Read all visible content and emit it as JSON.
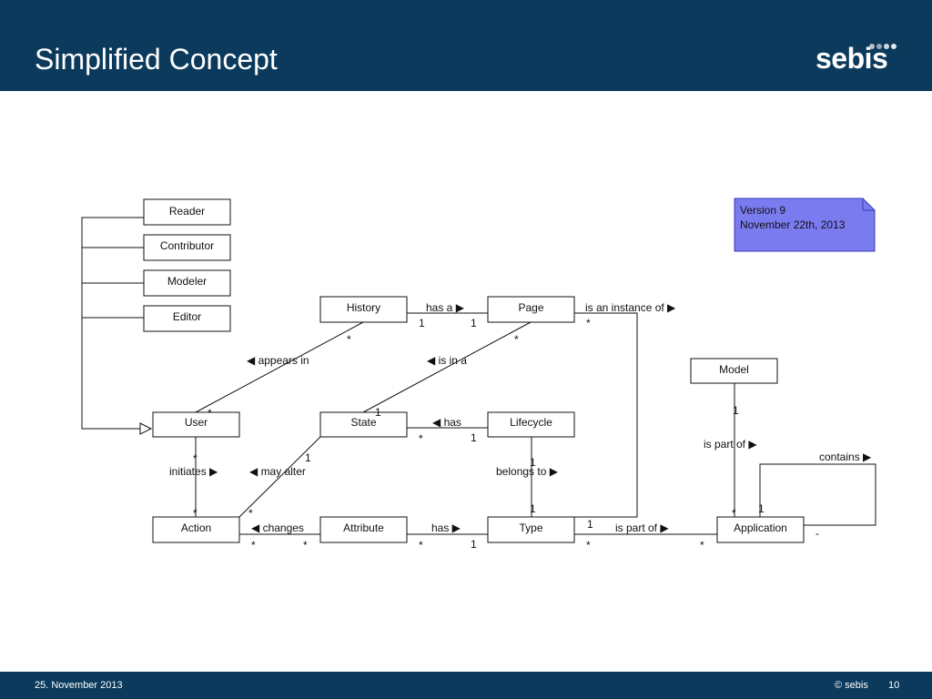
{
  "header": {
    "title": "Simplified Concept",
    "logo": "sebis"
  },
  "footer": {
    "date": "25. November 2013",
    "copyright": "© sebis",
    "page": "10"
  },
  "colors": {
    "header_bg": "#0b3a5c",
    "note_bg": "#7b7bf0",
    "note_border": "#3b3bb8",
    "line": "#111111",
    "logo_dots": [
      "#b8c2cc",
      "#9aa6b2",
      "#d0d6dc",
      "#e4e8ec"
    ]
  },
  "note": {
    "lines": [
      "Version 9",
      "November 22th, 2013"
    ]
  },
  "classes": [
    {
      "id": "reader",
      "name": "Reader"
    },
    {
      "id": "contributor",
      "name": "Contributor"
    },
    {
      "id": "modeler",
      "name": "Modeler"
    },
    {
      "id": "editor",
      "name": "Editor"
    },
    {
      "id": "history",
      "name": "History"
    },
    {
      "id": "page",
      "name": "Page"
    },
    {
      "id": "model",
      "name": "Model"
    },
    {
      "id": "user",
      "name": "User"
    },
    {
      "id": "state",
      "name": "State"
    },
    {
      "id": "lifecycle",
      "name": "Lifecycle"
    },
    {
      "id": "action",
      "name": "Action"
    },
    {
      "id": "attribute",
      "name": "Attribute"
    },
    {
      "id": "type",
      "name": "Type"
    },
    {
      "id": "application",
      "name": "Application"
    }
  ],
  "association_labels": [
    {
      "id": "has-a",
      "text": "has a ▶"
    },
    {
      "id": "is-an-instance-of",
      "text": "is an instance of ▶"
    },
    {
      "id": "appears-in",
      "text": "◀ appears in"
    },
    {
      "id": "is-in-a",
      "text": "◀ is in a"
    },
    {
      "id": "state-has",
      "text": "◀ has"
    },
    {
      "id": "is-part-of-model",
      "text": "is part of ▶"
    },
    {
      "id": "contains",
      "text": "contains ▶"
    },
    {
      "id": "initiates",
      "text": "initiates ▶"
    },
    {
      "id": "may-alter",
      "text": "◀ may alter"
    },
    {
      "id": "belongs-to",
      "text": "belongs to ▶"
    },
    {
      "id": "changes",
      "text": "◀ changes"
    },
    {
      "id": "attribute-has",
      "text": "has ▶"
    },
    {
      "id": "is-part-of-type",
      "text": "is part of ▶"
    }
  ],
  "multiplicities": {
    "history-page-1": "1",
    "page-history-1": "1",
    "page-instance-star": "*",
    "history-star": "*",
    "page-star": "*",
    "user-star": "*",
    "state-1": "1",
    "model-1": "1",
    "state-has-star": "*",
    "lifecycle-1": "1",
    "user-initiates": "*",
    "action-initiates": "*",
    "state-alter-1": "1",
    "action-alter-star": "*",
    "lifecycle-belongs-1": "1",
    "type-belongs-1": "1",
    "app-model-star": "*",
    "app-contains-1": "1",
    "app-contains-dash": "-",
    "action-changes-star": "*",
    "attribute-changes-star": "*",
    "attribute-has-star": "*",
    "type-has-1": "1",
    "type-instance-1": "1",
    "type-part-star": "*",
    "app-part-star": "*"
  }
}
